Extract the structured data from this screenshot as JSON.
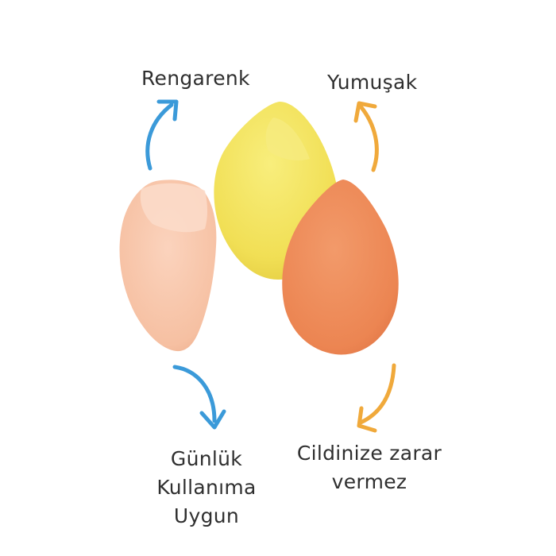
{
  "labels": {
    "colorful": "Rengarenk",
    "soft": "Yumuşak",
    "daily": [
      "Günlük",
      "Kullanıma",
      "Uygun"
    ],
    "skin": [
      "Cildinize zarar",
      "vermez"
    ]
  },
  "icons": {
    "arrow_colorful": "arrow-curved-up-icon",
    "arrow_soft": "arrow-curved-up-icon",
    "arrow_daily": "arrow-curved-down-icon",
    "arrow_skin": "arrow-curved-down-icon"
  },
  "colors": {
    "background": "#ffffff",
    "text": "#2f2f2f",
    "arrow_blue": "#3b9ad9",
    "arrow_orange": "#f0a93b",
    "sponge_peach": "#f7c3a6",
    "sponge_yellow": "#f3e35d",
    "sponge_orange": "#ef8a58"
  }
}
